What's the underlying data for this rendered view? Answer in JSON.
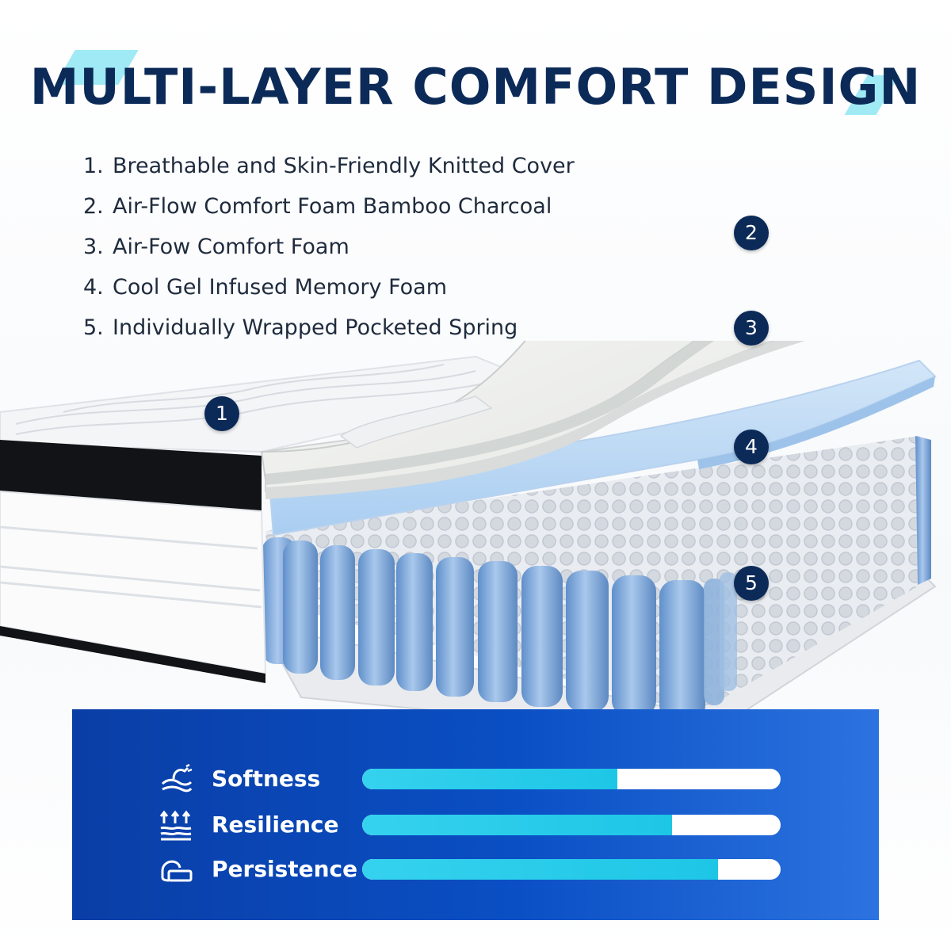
{
  "title": "MULTI-LAYER COMFORT DESIGN",
  "layers": [
    {
      "number": "1.",
      "label": "Breathable and Skin-Friendly Knitted Cover"
    },
    {
      "number": "2.",
      "label": "Air-Flow Comfort Foam Bamboo Charcoal"
    },
    {
      "number": "3.",
      "label": "Air-Fow Comfort Foam"
    },
    {
      "number": "4.",
      "label": "Cool Gel Infused Memory Foam"
    },
    {
      "number": "5.",
      "label": "Individually Wrapped Pocketed Spring"
    }
  ],
  "callouts": [
    "1",
    "2",
    "3",
    "4",
    "5"
  ],
  "metrics": [
    {
      "label": "Softness",
      "level_percent": 61,
      "icon": "waves-hand-icon"
    },
    {
      "label": "Resilience",
      "level_percent": 74,
      "icon": "arrows-up-icon"
    },
    {
      "label": "Persistence",
      "level_percent": 85,
      "icon": "pillow-icon"
    }
  ],
  "colors": {
    "title": "#0c2a58",
    "badge": "#0c2a58",
    "panel": "#0a4fc4",
    "bar_fill": "#1ec6e6",
    "bar_track": "#ffffff",
    "springs": "#8fb3dc"
  }
}
